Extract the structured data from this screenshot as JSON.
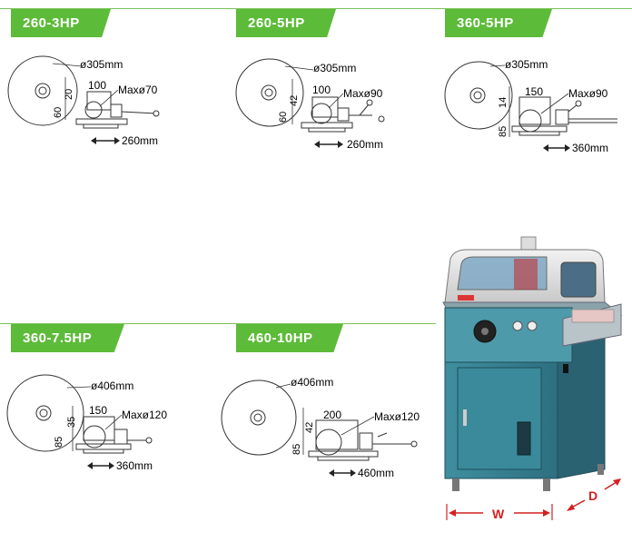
{
  "colors": {
    "accent": "#5dbb3a",
    "rule": "#7cc35a",
    "red": "#d42020"
  },
  "models": [
    {
      "name": "260-3HP",
      "blade": "ø305mm",
      "height_left": "60",
      "height_right": "20",
      "clamp_width": "100",
      "max_dia": "Maxø70",
      "stroke": "260mm"
    },
    {
      "name": "260-5HP",
      "blade": "ø305mm",
      "height_left": "60",
      "height_right": "42",
      "clamp_width": "100",
      "max_dia": "Maxø90",
      "stroke": "260mm"
    },
    {
      "name": "360-5HP",
      "blade": "ø305mm",
      "height_left": "85",
      "height_right": "14",
      "clamp_width": "150",
      "max_dia": "Maxø90",
      "stroke": "360mm"
    },
    {
      "name": "360-7.5HP",
      "blade": "ø406mm",
      "height_left": "85",
      "height_right": "35",
      "clamp_width": "150",
      "max_dia": "Maxø120",
      "stroke": "360mm"
    },
    {
      "name": "460-10HP",
      "blade": "ø406mm",
      "height_left": "85",
      "height_right": "42",
      "clamp_width": "200",
      "max_dia": "Maxø120",
      "stroke": "460mm"
    }
  ],
  "machine": {
    "width_label": "W",
    "depth_label": "D"
  }
}
